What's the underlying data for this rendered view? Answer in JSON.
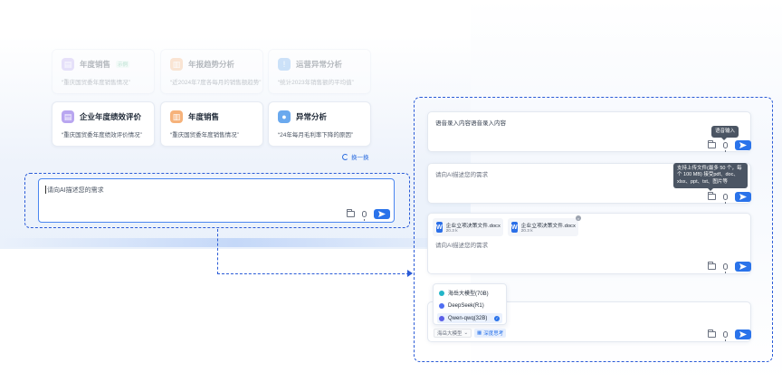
{
  "cards_faded": [
    {
      "title": "年度销售",
      "tag": "示例",
      "desc": "“重庆国贸委年度销售情况”"
    },
    {
      "title": "年报趋势分析",
      "tag": "",
      "desc": "“近2024年7度各每月的销售额趋势”"
    },
    {
      "title": "运营异常分析",
      "tag": "",
      "desc": "“统计2023年销售额的平均值”"
    }
  ],
  "cards": [
    {
      "title": "企业年度绩效评价",
      "desc": "“重庆国贸委年度绩效评价情况”",
      "icon": "chart-icon"
    },
    {
      "title": "年度销售",
      "desc": "“重庆国贸委年度销售情况”",
      "icon": "sales-icon"
    },
    {
      "title": "异常分析",
      "desc": "“24年每月毛利率下降的原因”",
      "icon": "user-icon"
    }
  ],
  "refresh_label": "换一换",
  "main_input": {
    "placeholder": "请向AI描述您的需求"
  },
  "right": {
    "card1": {
      "text": "语音录入内容语音录入内容",
      "tooltip": "语音输入"
    },
    "card2": {
      "placeholder": "请向AI描述您的需求",
      "tooltip": "支持上传文件(最多 50 个，每个 100 MB) 接受pdf、doc、xlsx、ppt、txt、图片等"
    },
    "card3": {
      "files": [
        {
          "name": "企业立项决策文件.docx",
          "size": "20.3 k"
        },
        {
          "name": "企业立项决策文件.docx",
          "size": "20.3 k"
        }
      ],
      "placeholder": "请向AI描述您的需求"
    },
    "card4": {
      "models": [
        {
          "name": "海岳大模型(70B)",
          "color": "#22b5c8"
        },
        {
          "name": "DeepSeek(R1)",
          "color": "#4f6ef2"
        },
        {
          "name": "Qwen-qwq(32B)",
          "color": "#5b5fe8"
        }
      ],
      "select_label": "海岳大模型",
      "deep_label": "深度思考"
    }
  },
  "colors": {
    "accent": "#2a73ea",
    "dashed": "#2a5bd7"
  }
}
